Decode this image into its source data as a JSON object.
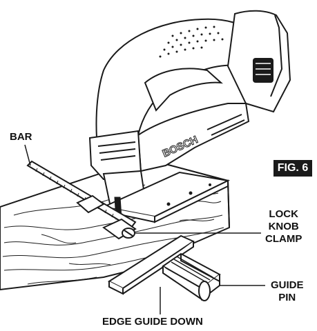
{
  "figure": {
    "badge": "FIG. 6",
    "brand_mark": "BOSCH"
  },
  "callouts": {
    "bar": "BAR",
    "lock_knob_clamp": [
      "LOCK",
      "KNOB",
      "CLAMP"
    ],
    "guide_pin": [
      "GUIDE",
      "PIN"
    ],
    "edge_guide_down": "EDGE GUIDE DOWN"
  },
  "colors": {
    "line_art": "#1a1a1a",
    "badge_background": "#1a1a1a",
    "badge_text": "#ffffff",
    "background": "#ffffff"
  }
}
